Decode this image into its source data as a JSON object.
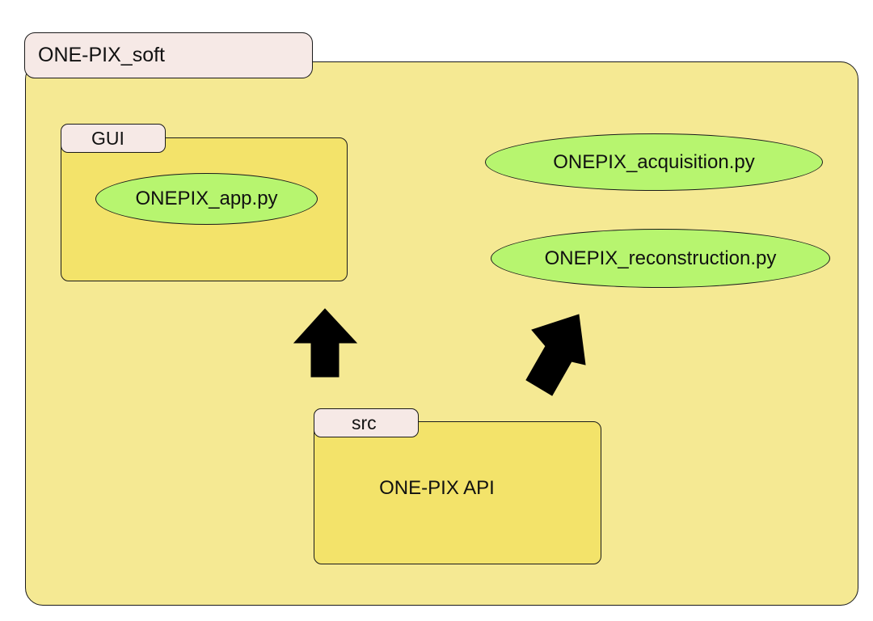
{
  "root": {
    "tab_label": "ONE-PIX_soft"
  },
  "gui": {
    "tab_label": "GUI",
    "app_file": "ONEPIX_app.py"
  },
  "scripts": {
    "acquisition": "ONEPIX_acquisition.py",
    "reconstruction": "ONEPIX_reconstruction.py"
  },
  "src": {
    "tab_label": "src",
    "api_label": "ONE-PIX API"
  },
  "icons": {
    "up_arrow": "up-arrow-icon",
    "diagonal_arrow": "up-right-arrow-icon"
  },
  "colors": {
    "outer_package": "#f5e993",
    "inner_package": "#f3e36a",
    "tab": "#f6e9e6",
    "module": "#b7f56f",
    "arrow": "#000000"
  }
}
